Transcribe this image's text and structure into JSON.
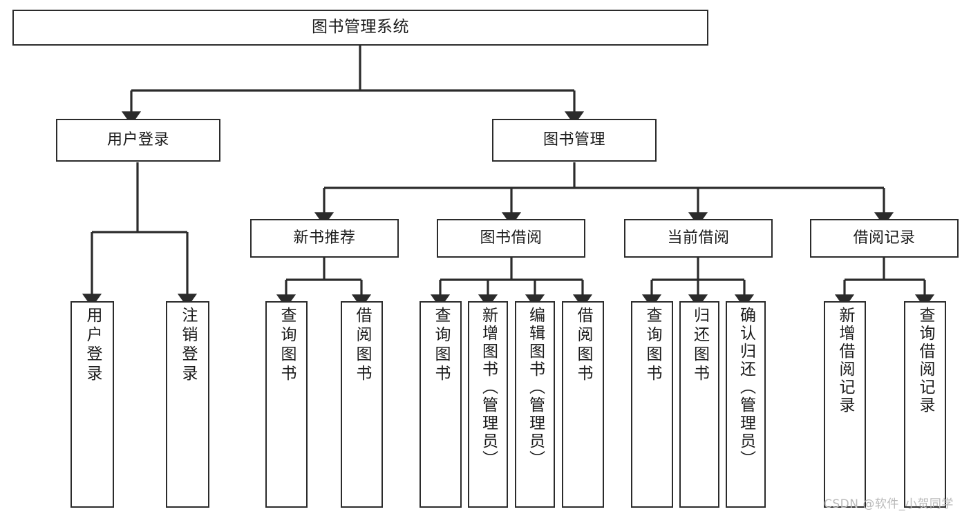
{
  "diagram": {
    "title": "图书管理系统",
    "type": "tree-hierarchy-chart",
    "colors": {
      "box_border": "#2b2b2b",
      "box_fill": "#ffffff",
      "line": "#2b2b2b",
      "text": "#1b1b1b",
      "watermark": "#b9b9b9",
      "background": "#ffffff"
    }
  },
  "root": {
    "label": "图书管理系统"
  },
  "level2": [
    {
      "label": "用户登录"
    },
    {
      "label": "图书管理"
    }
  ],
  "level3": [
    {
      "label": "新书推荐"
    },
    {
      "label": "图书借阅"
    },
    {
      "label": "当前借阅"
    },
    {
      "label": "借阅记录"
    }
  ],
  "leaves": {
    "user_login": [
      {
        "label": "用户登录"
      },
      {
        "label": "注销登录"
      }
    ],
    "new_book_recommend": [
      {
        "label": "查询图书"
      },
      {
        "label": "借阅图书"
      }
    ],
    "book_borrow": [
      {
        "label": "查询图书"
      },
      {
        "label": "新增图书（管理员）"
      },
      {
        "label": "编辑图书（管理员）"
      },
      {
        "label": "借阅图书"
      }
    ],
    "current_borrow": [
      {
        "label": "查询图书"
      },
      {
        "label": "归还图书"
      },
      {
        "label": "确认归还（管理员）"
      }
    ],
    "borrow_record": [
      {
        "label": "新增借阅记录"
      },
      {
        "label": "查询借阅记录"
      }
    ]
  },
  "watermark": {
    "text": "CSDN @软件_小贺同学"
  }
}
